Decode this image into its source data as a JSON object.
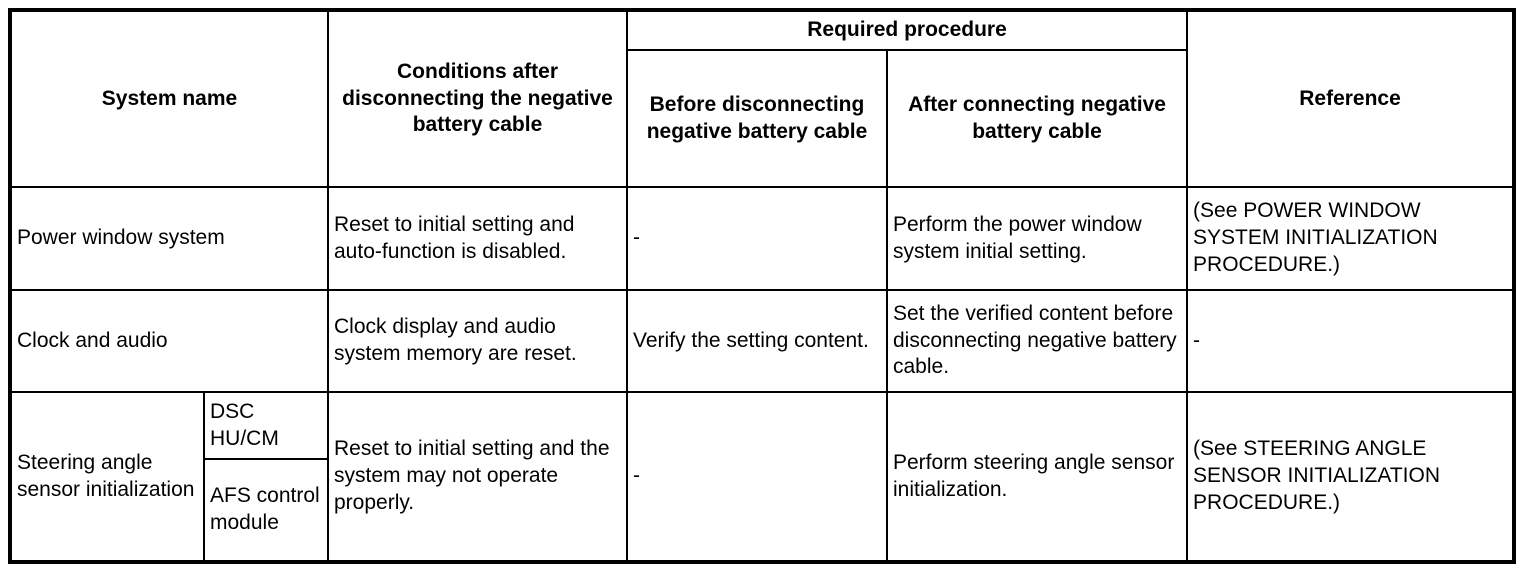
{
  "table": {
    "headers": {
      "system_name": "System name",
      "conditions": "Conditions after disconnecting the negative battery cable",
      "required_procedure": "Required procedure",
      "before": "Before disconnecting negative battery cable",
      "after": "After connecting negative battery cable",
      "reference": "Reference"
    },
    "rows": [
      {
        "system": "Power window system",
        "conditions": "Reset to initial setting and auto-function is disabled.",
        "before": "-",
        "after": "Perform the power window system initial setting.",
        "reference": "(See POWER WINDOW SYSTEM INITIALIZATION PROCEDURE.)"
      },
      {
        "system": "Clock and audio",
        "conditions": "Clock display and audio system memory are reset.",
        "before": "Verify the setting content.",
        "after": "Set the verified content before disconnecting negative battery cable.",
        "reference": "-"
      },
      {
        "system": "Steering angle sensor initialization",
        "sub_systems": [
          "DSC HU/CM",
          "AFS control module"
        ],
        "conditions": "Reset to initial setting and the system may not operate properly.",
        "before": "-",
        "after": "Perform steering angle sensor initialization.",
        "reference": "(See STEERING ANGLE SENSOR INITIALIZATION PROCEDURE.)"
      }
    ]
  }
}
